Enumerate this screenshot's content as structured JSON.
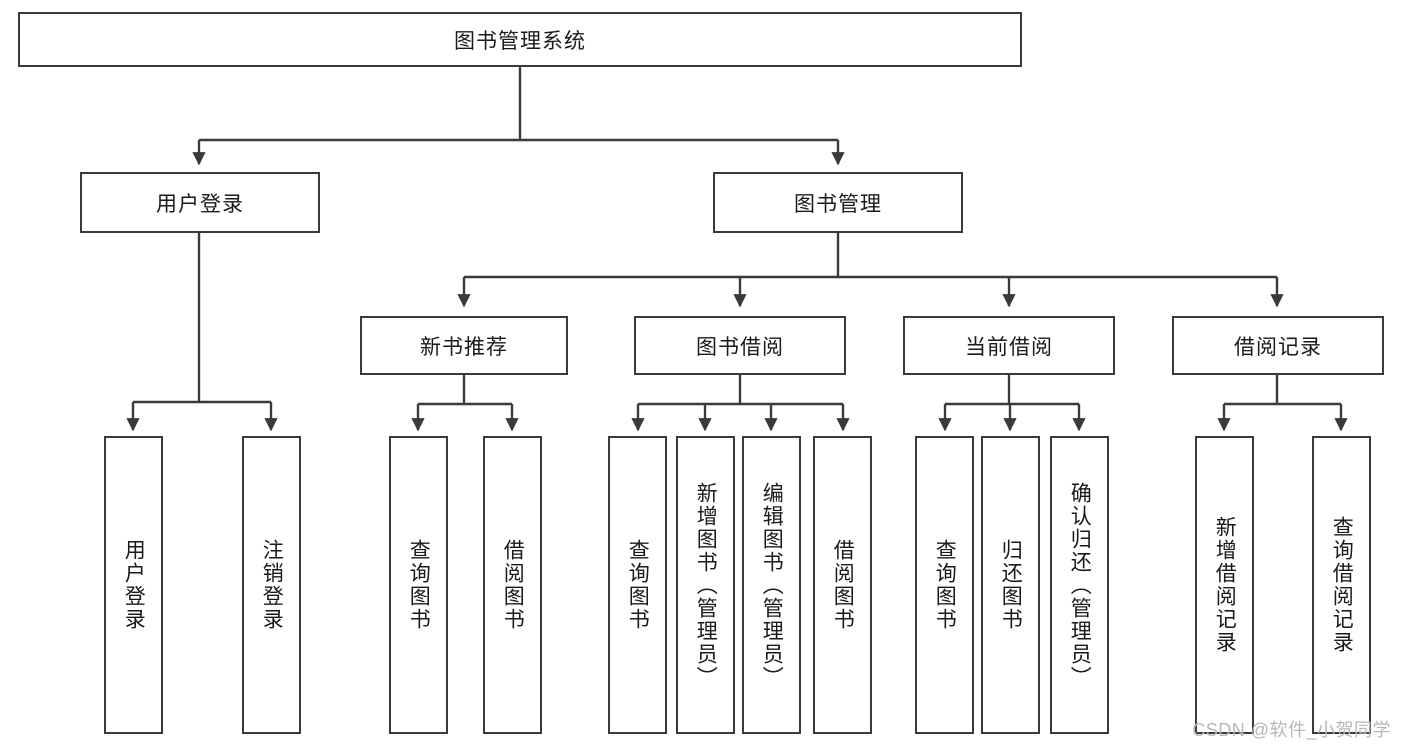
{
  "diagram": {
    "title": "图书管理系统",
    "type": "tree",
    "watermark": "CSDN @软件_小贺同学",
    "colors": {
      "stroke": "#3a3a3a",
      "fill": "#ffffff",
      "text": "#1a1a1a",
      "watermark": "#b7b7b7"
    },
    "root": {
      "label": "图书管理系统"
    },
    "level2": [
      {
        "label": "用户登录"
      },
      {
        "label": "图书管理"
      }
    ],
    "level3": [
      {
        "label": "新书推荐"
      },
      {
        "label": "图书借阅"
      },
      {
        "label": "当前借阅"
      },
      {
        "label": "借阅记录"
      }
    ],
    "leaves": {
      "user_login": [
        {
          "label": "用户登录"
        },
        {
          "label": "注销登录"
        }
      ],
      "new_book": [
        {
          "label": "查询图书"
        },
        {
          "label": "借阅图书"
        }
      ],
      "book_borrow": [
        {
          "label": "查询图书"
        },
        {
          "label": "新增图书（管理员）"
        },
        {
          "label": "编辑图书（管理员）"
        },
        {
          "label": "借阅图书"
        }
      ],
      "current_borrow": [
        {
          "label": "查询图书"
        },
        {
          "label": "归还图书"
        },
        {
          "label": "确认归还（管理员）"
        }
      ],
      "borrow_record": [
        {
          "label": "新增借阅记录"
        },
        {
          "label": "查询借阅记录"
        }
      ]
    }
  }
}
